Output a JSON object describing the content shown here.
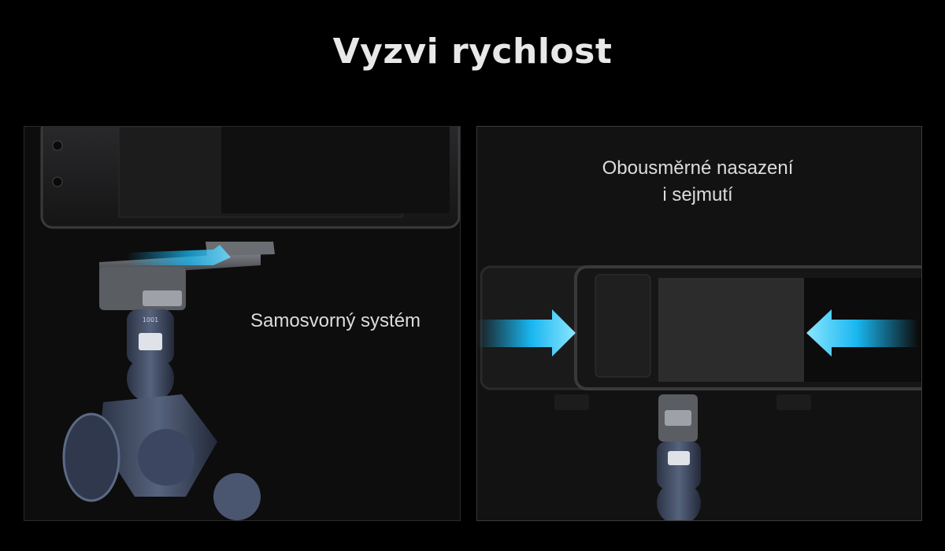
{
  "heading": "Vyzvi rychlost",
  "panels": [
    {
      "caption": "Samosvorný systém"
    },
    {
      "caption_line1": "Obousměrné nasazení",
      "caption_line2": "i sejmutí"
    }
  ],
  "product_label": "1001",
  "colors": {
    "background": "#000000",
    "accent_arrow": "#19b7f0",
    "text": "#dcdcdc"
  }
}
